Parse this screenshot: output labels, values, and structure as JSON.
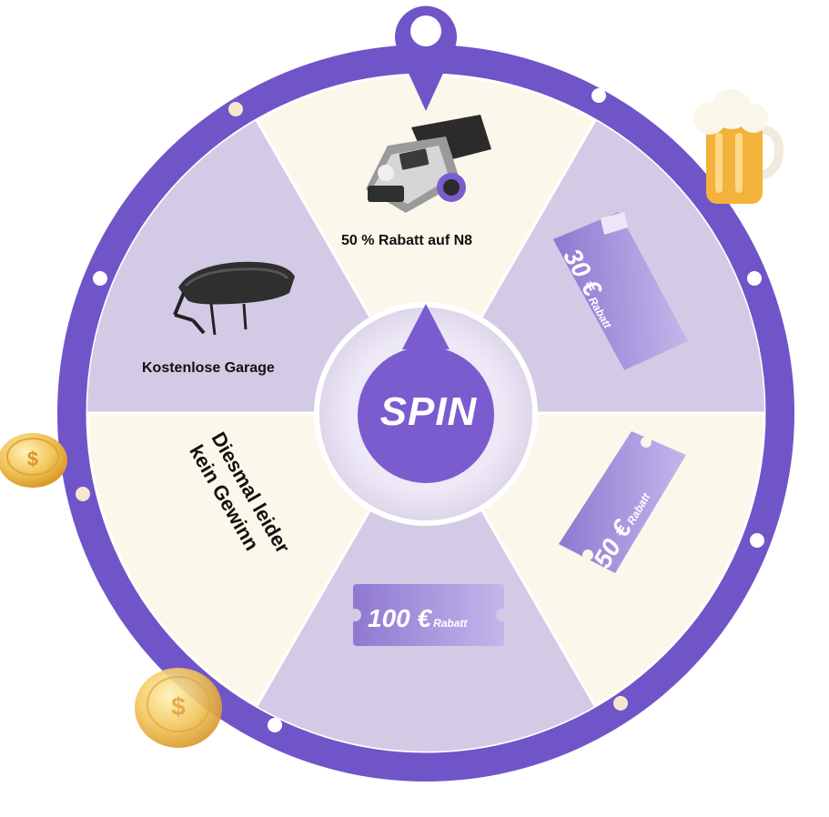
{
  "wheel": {
    "segments": [
      {
        "label": "50 % Rabatt auf N8"
      },
      {
        "label": "Kostenlose Garage"
      },
      {
        "label": "Diesmal leider kein Gewinn",
        "line1": "Diesmal leider",
        "line2": "kein Gewinn"
      },
      {
        "coupon": "100 €",
        "suffix": "Rabatt"
      },
      {
        "coupon": "50 €",
        "suffix": "Rabatt"
      },
      {
        "coupon": "30 €",
        "suffix": "Rabatt"
      }
    ],
    "spin_label": "SPIN"
  },
  "coins": {
    "symbol": "$"
  },
  "colors": {
    "rim": "#6f55c8",
    "cream": "#fbf7ea",
    "lavender": "#d3cbe6",
    "coupon": "#9a86d6",
    "hub": "#7a5ccf",
    "gold": "#f2c55a"
  }
}
